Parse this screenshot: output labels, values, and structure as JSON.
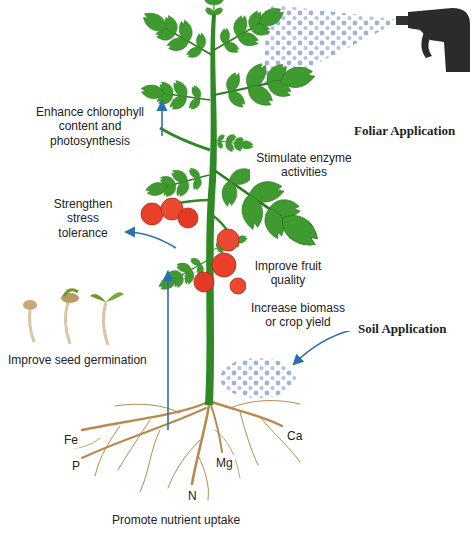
{
  "diagram": {
    "labels": [
      "Enhance chlorophyll content and photosynthesis",
      "Stimulate enzyme activities",
      "Foliar Application",
      "Strengthen stress tolerance",
      "Improve fruit quality",
      "Increase biomass or crop yield",
      "Soil Application",
      "Improve seed germination",
      "Fe",
      "P",
      "N",
      "Mg",
      "Ca",
      "Promote nutrient uptake"
    ]
  }
}
